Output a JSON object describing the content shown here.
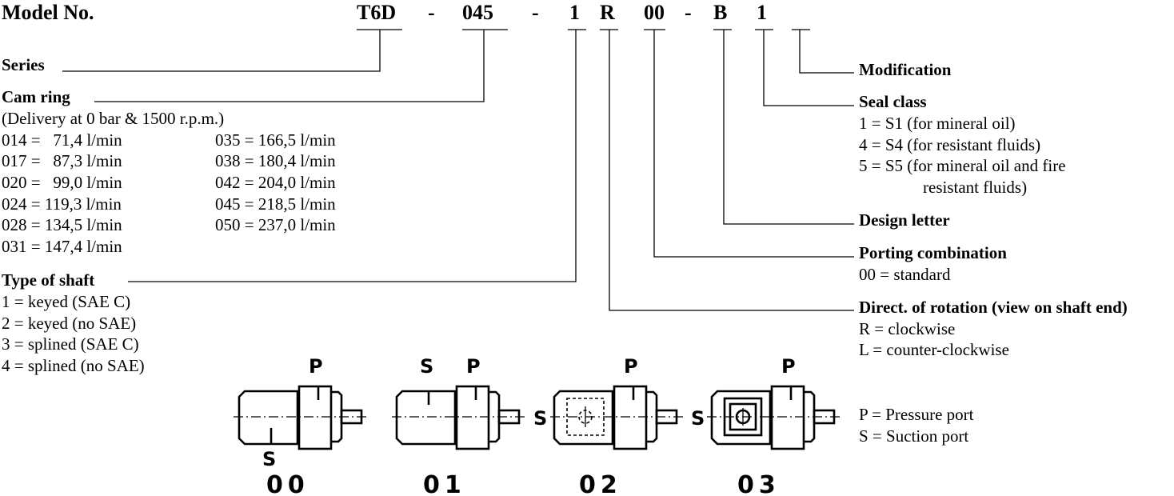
{
  "header": {
    "title": "Model No.",
    "segments": [
      "T6D",
      "-",
      "045",
      "-",
      "1",
      "R",
      "00",
      "-",
      "B",
      "1"
    ]
  },
  "series": {
    "label": "Series"
  },
  "cam_ring": {
    "label": "Cam ring",
    "note": "(Delivery at 0 bar & 1500 r.p.m.)",
    "col1": [
      "014 =   71,4 l/min",
      "017 =   87,3 l/min",
      "020 =   99,0 l/min",
      "024 = 119,3 l/min",
      "028 = 134,5 l/min",
      "031 = 147,4 l/min"
    ],
    "col2": [
      "035 = 166,5 l/min",
      "038 = 180,4 l/min",
      "042 = 204,0 l/min",
      "045 = 218,5 l/min",
      "050 = 237,0 l/min"
    ]
  },
  "shaft": {
    "label": "Type of shaft",
    "options": [
      "1 = keyed (SAE C)",
      "2 = keyed (no SAE)",
      "3 = splined (SAE C)",
      "4 = splined (no SAE)"
    ]
  },
  "modification": {
    "label": "Modification"
  },
  "seal": {
    "label": "Seal class",
    "options": [
      "1 = S1 (for mineral oil)",
      "4 = S4 (for resistant fluids)",
      "5 = S5 (for mineral oil and fire",
      "resistant fluids)"
    ]
  },
  "design": {
    "label": "Design letter"
  },
  "porting": {
    "label": "Porting combination",
    "options": [
      "00 = standard"
    ]
  },
  "rotation": {
    "label": "Direct. of rotation (view on shaft end)",
    "options": [
      "R = clockwise",
      "L = counter-clockwise"
    ]
  },
  "legend": [
    "P = Pressure port",
    "S = Suction port"
  ],
  "port_letters": {
    "p": "P",
    "s": "S"
  },
  "variants": [
    "00",
    "01",
    "02",
    "03"
  ]
}
